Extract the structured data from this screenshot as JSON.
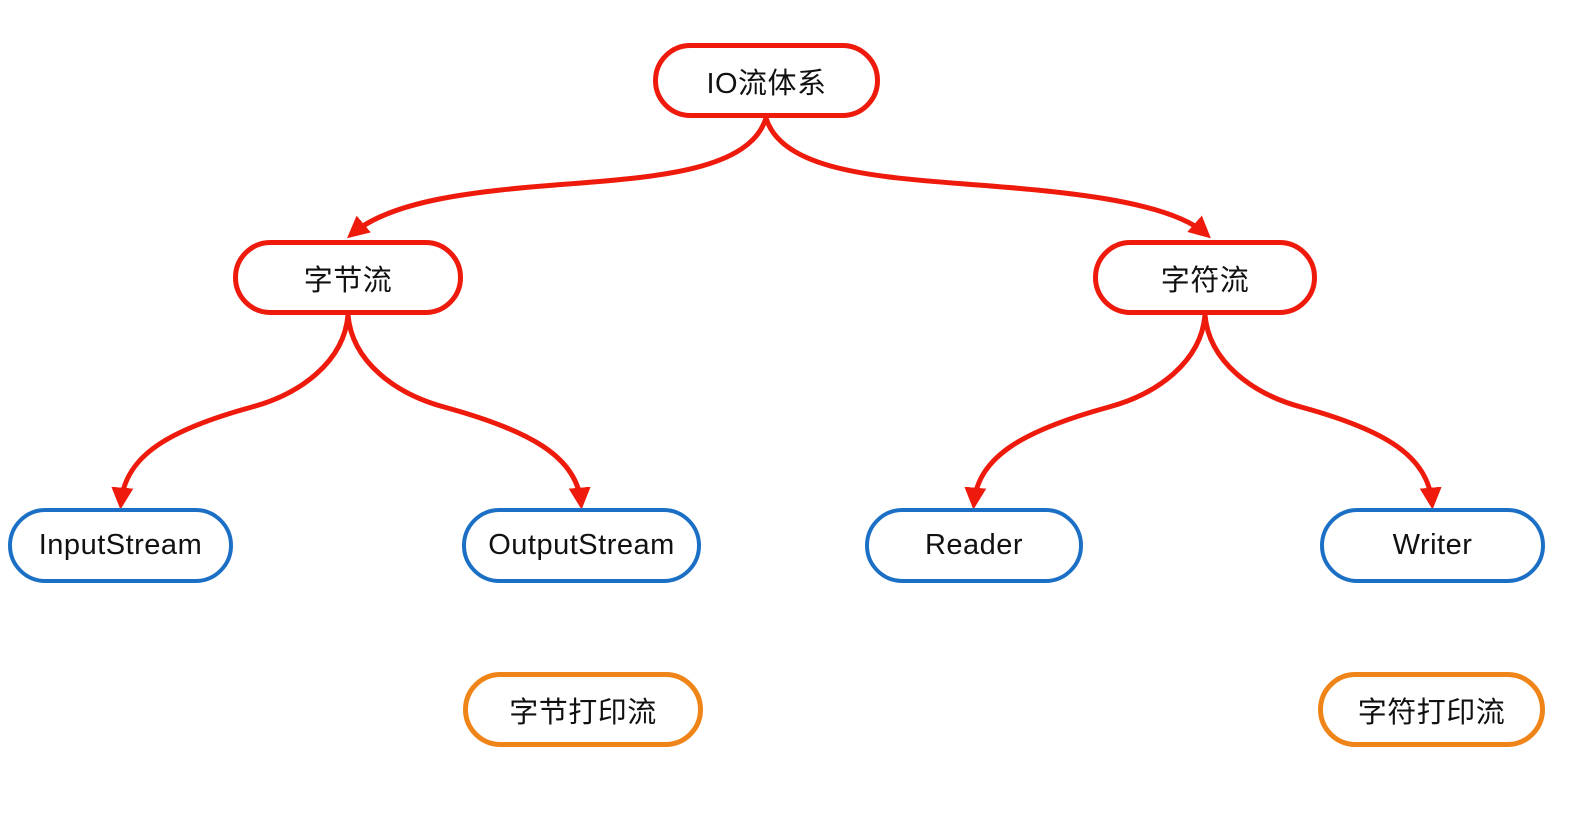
{
  "diagram": {
    "title": "IO流体系 hierarchy diagram",
    "nodes": {
      "root": {
        "label": "IO流体系",
        "color": "red"
      },
      "byte_stream": {
        "label": "字节流",
        "color": "red"
      },
      "char_stream": {
        "label": "字符流",
        "color": "red"
      },
      "input_stream": {
        "label": "InputStream",
        "color": "blue"
      },
      "output_stream": {
        "label": "OutputStream",
        "color": "blue"
      },
      "reader": {
        "label": "Reader",
        "color": "blue"
      },
      "writer": {
        "label": "Writer",
        "color": "blue"
      },
      "byte_print": {
        "label": "字节打印流",
        "color": "orange"
      },
      "char_print": {
        "label": "字符打印流",
        "color": "orange"
      }
    },
    "edges": [
      {
        "from": "root",
        "to": "byte_stream"
      },
      {
        "from": "root",
        "to": "char_stream"
      },
      {
        "from": "byte_stream",
        "to": "input_stream"
      },
      {
        "from": "byte_stream",
        "to": "output_stream"
      },
      {
        "from": "char_stream",
        "to": "reader"
      },
      {
        "from": "char_stream",
        "to": "writer"
      }
    ],
    "colors": {
      "red": "#ee1b0d",
      "blue": "#1b70c5",
      "orange": "#ef8418",
      "text": "#111111",
      "background": "#ffffff"
    }
  }
}
